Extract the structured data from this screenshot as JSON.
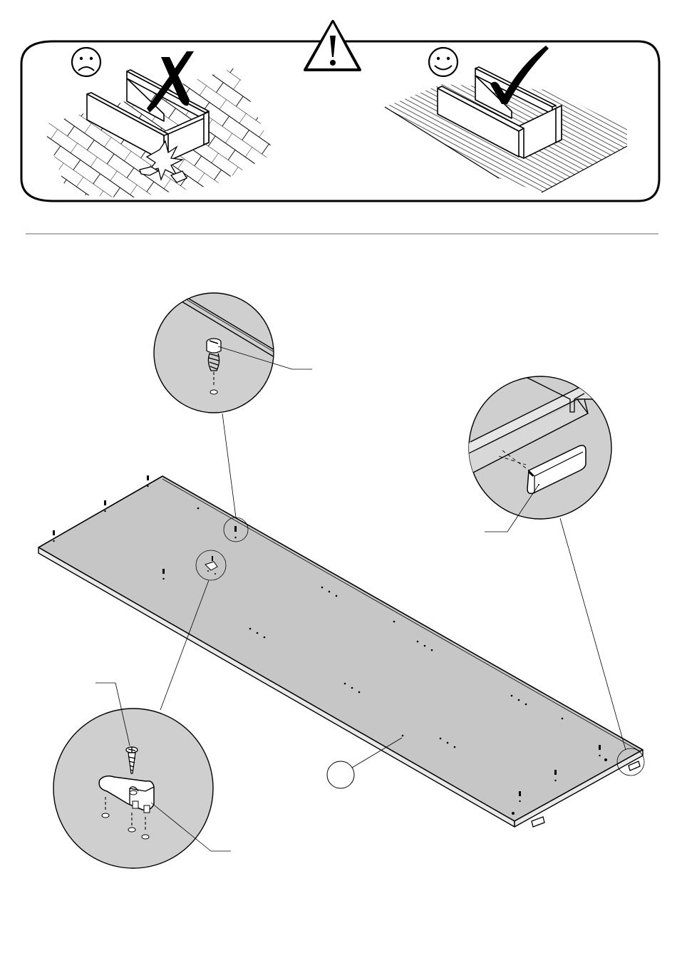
{
  "warning": {
    "bad_face": "sad-face-icon",
    "good_face": "smiley-face-icon",
    "caution": "warning-triangle-icon",
    "wrong_mark": "cross-mark-icon",
    "right_mark": "check-mark-icon",
    "bad_surface": "brick-hard-floor",
    "good_surface": "carpet-soft-floor"
  },
  "step": {
    "part_label": "",
    "callouts": [
      "cam-dowel-detail",
      "bracket-screw-detail",
      "end-cap-detail"
    ]
  },
  "colors": {
    "panel_fill": "#c6c6c6",
    "detail_fill": "#cfcfcf",
    "line": "#000000"
  }
}
